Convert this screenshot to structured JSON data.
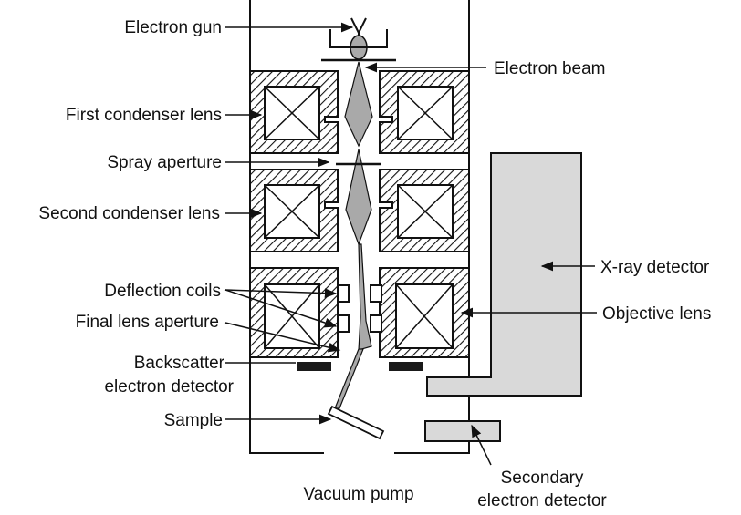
{
  "labels": {
    "electron_gun": "Electron gun",
    "electron_beam": "Electron beam",
    "first_condenser_lens": "First condenser lens",
    "spray_aperture": "Spray aperture",
    "second_condenser_lens": "Second condenser lens",
    "xray_detector": "X-ray detector",
    "deflection_coils": "Deflection coils",
    "objective_lens": "Objective lens",
    "final_lens_aperture": "Final lens aperture",
    "backscatter_line1": "Backscatter",
    "backscatter_line2": "electron detector",
    "sample": "Sample",
    "vacuum_pump": "Vacuum pump",
    "secondary_line1": "Secondary",
    "secondary_line2": "electron detector"
  },
  "colors": {
    "beam": "#a9a9a9",
    "detector_fill": "#d9d9d9",
    "backscatter_plate": "#1a1a1a",
    "line": "#111111"
  }
}
